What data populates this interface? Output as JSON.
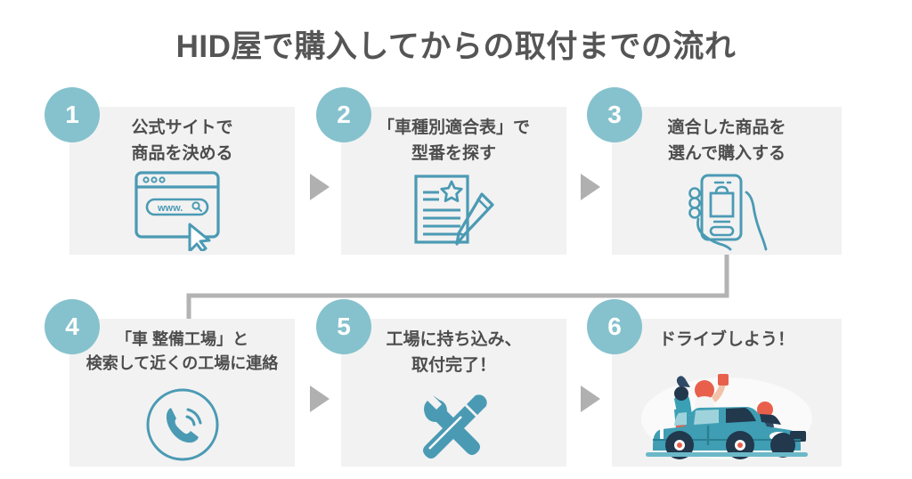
{
  "page": {
    "title": "HID屋で購入してからの取付までの流れ",
    "background_color": "#ffffff",
    "accent_color": "#86c2cd",
    "icon_color": "#4b9ab4",
    "card_color": "#f2f2f2",
    "text_color": "#4d4d4d",
    "arrow_color": "#b0b0b0",
    "connector_color": "#b3b3b3"
  },
  "steps": [
    {
      "number": "1",
      "label": "公式サイトで\n商品を決める",
      "icon": "browser-window-search-icon",
      "icon_texts": {
        "url": "www."
      }
    },
    {
      "number": "2",
      "label": "「車種別適合表」で\n型番を探す",
      "icon": "document-pencil-star-icon"
    },
    {
      "number": "3",
      "label": "適合した商品を\n選んで購入する",
      "icon": "hand-smartphone-shopping-bag-icon"
    },
    {
      "number": "4",
      "label": "「車 整備工場」と\n検索して近くの工場に連絡",
      "icon": "phone-call-circle-icon"
    },
    {
      "number": "5",
      "label": "工場に持ち込み、\n取付完了！",
      "icon": "wrench-screwdriver-icon"
    },
    {
      "number": "6",
      "label": "ドライブしよう！",
      "icon": "family-in-car-illustration"
    }
  ],
  "arrows": [
    {
      "name": "arrow-step1-to-step2",
      "glyph": "▶"
    },
    {
      "name": "arrow-step2-to-step3",
      "glyph": "▶"
    },
    {
      "name": "arrow-step4-to-step5",
      "glyph": "▶"
    },
    {
      "name": "arrow-step5-to-step6",
      "glyph": "▶"
    }
  ],
  "connector": {
    "name": "connector-step3-to-step4",
    "description": "elbow line from step 3 down-left to step 4"
  }
}
